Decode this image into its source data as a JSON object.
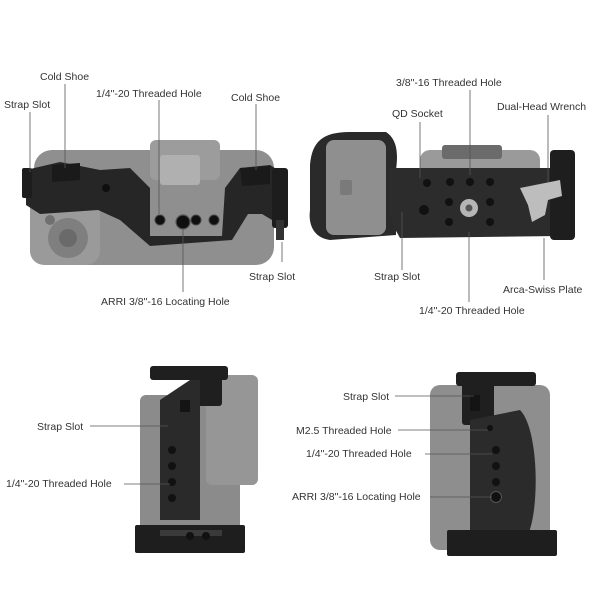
{
  "panels": {
    "top_left": {
      "labels": {
        "strap_slot_left": "Strap Slot",
        "cold_shoe_left": "Cold Shoe",
        "threaded_hole": "1/4\"-20 Threaded Hole",
        "cold_shoe_right": "Cold Shoe",
        "strap_slot_right": "Strap Slot",
        "arri_hole": "ARRI 3/8\"-16 Locating Hole"
      }
    },
    "top_right": {
      "labels": {
        "threaded_38": "3/8\"-16 Threaded Hole",
        "qd_socket": "QD Socket",
        "wrench": "Dual-Head Wrench",
        "strap_slot": "Strap Slot",
        "arca_plate": "Arca-Swiss Plate",
        "threaded_14": "1/4\"-20 Threaded Hole"
      }
    },
    "bottom_left": {
      "labels": {
        "strap_slot": "Strap Slot",
        "threaded_14": "1/4\"-20 Threaded Hole"
      }
    },
    "bottom_right": {
      "labels": {
        "strap_slot": "Strap Slot",
        "m25_hole": "M2.5 Threaded Hole",
        "threaded_14": "1/4\"-20 Threaded Hole",
        "arri_hole": "ARRI 3/8\"-16 Locating Hole"
      }
    }
  },
  "colors": {
    "cage": "#2a2a2a",
    "cage_dark": "#1c1c1c",
    "camera": "#8a8a8a",
    "camera_light": "#a3a3a3",
    "leader": "#555555",
    "text": "#333333"
  }
}
